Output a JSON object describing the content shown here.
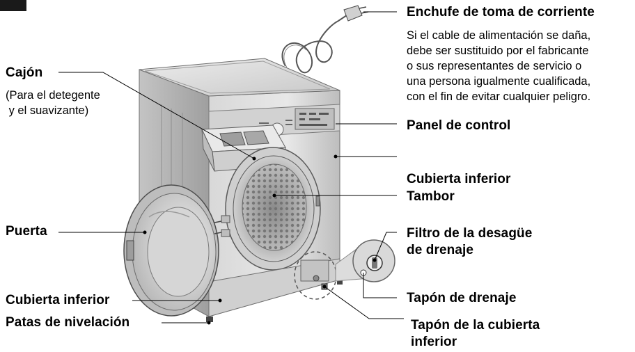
{
  "labels": {
    "enchufe": "Enchufe de toma de corriente",
    "enchufe_note": [
      "Si el cable de alimentación se daña,",
      "debe ser sustituido por el fabricante",
      "o sus representantes de servicio o",
      "una persona igualmente cualificada,",
      "con el fin de evitar cualquier peligro."
    ],
    "panel": "Panel de control",
    "cubierta_sup": "Cubierta inferior",
    "tambor": "Tambor",
    "filtro": [
      "Filtro de la desagüe",
      "de drenaje"
    ],
    "tapon_drenaje": "Tapón de drenaje",
    "tapon_cubierta": [
      "Tapón de la cubierta",
      "inferior"
    ],
    "cajon": "Cajón",
    "cajon_note": [
      "(Para el detegente",
      " y el suavizante)"
    ],
    "puerta": "Puerta",
    "cubierta_inf": "Cubierta inferior",
    "patas": "Patas de nivelación"
  },
  "colors": {
    "line": "#000000",
    "body_light": "#e4e4e4",
    "body_mid": "#c9c9c9",
    "body_dark": "#a9a9a9",
    "door_glass": "#d6d6d6",
    "corner_mark": "#1a1a1a"
  }
}
